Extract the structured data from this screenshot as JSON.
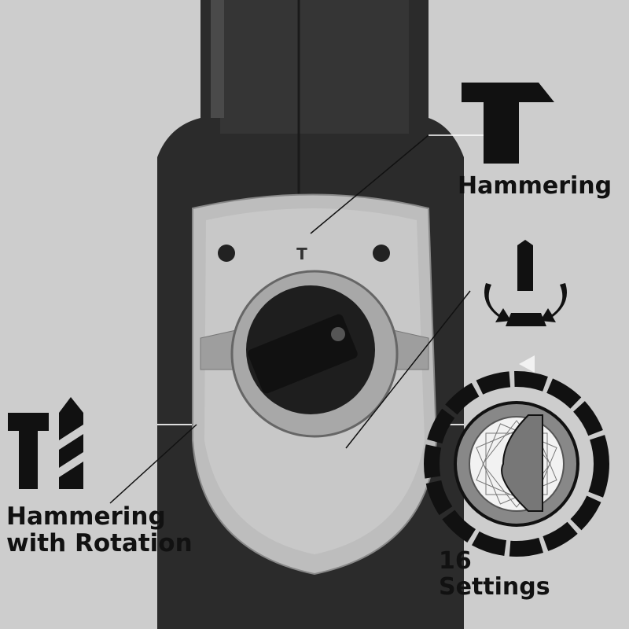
{
  "labels": {
    "hammering": "Hammering",
    "hammering_with_rotation_line1": "Hammering",
    "hammering_with_rotation_line2": "with Rotation",
    "settings_count": "16",
    "settings_word": "Settings"
  },
  "colors": {
    "background": "#cdcdcd",
    "tool_body": "#2a2a2a",
    "plate": "#b9b9b9",
    "ink": "#111111"
  }
}
